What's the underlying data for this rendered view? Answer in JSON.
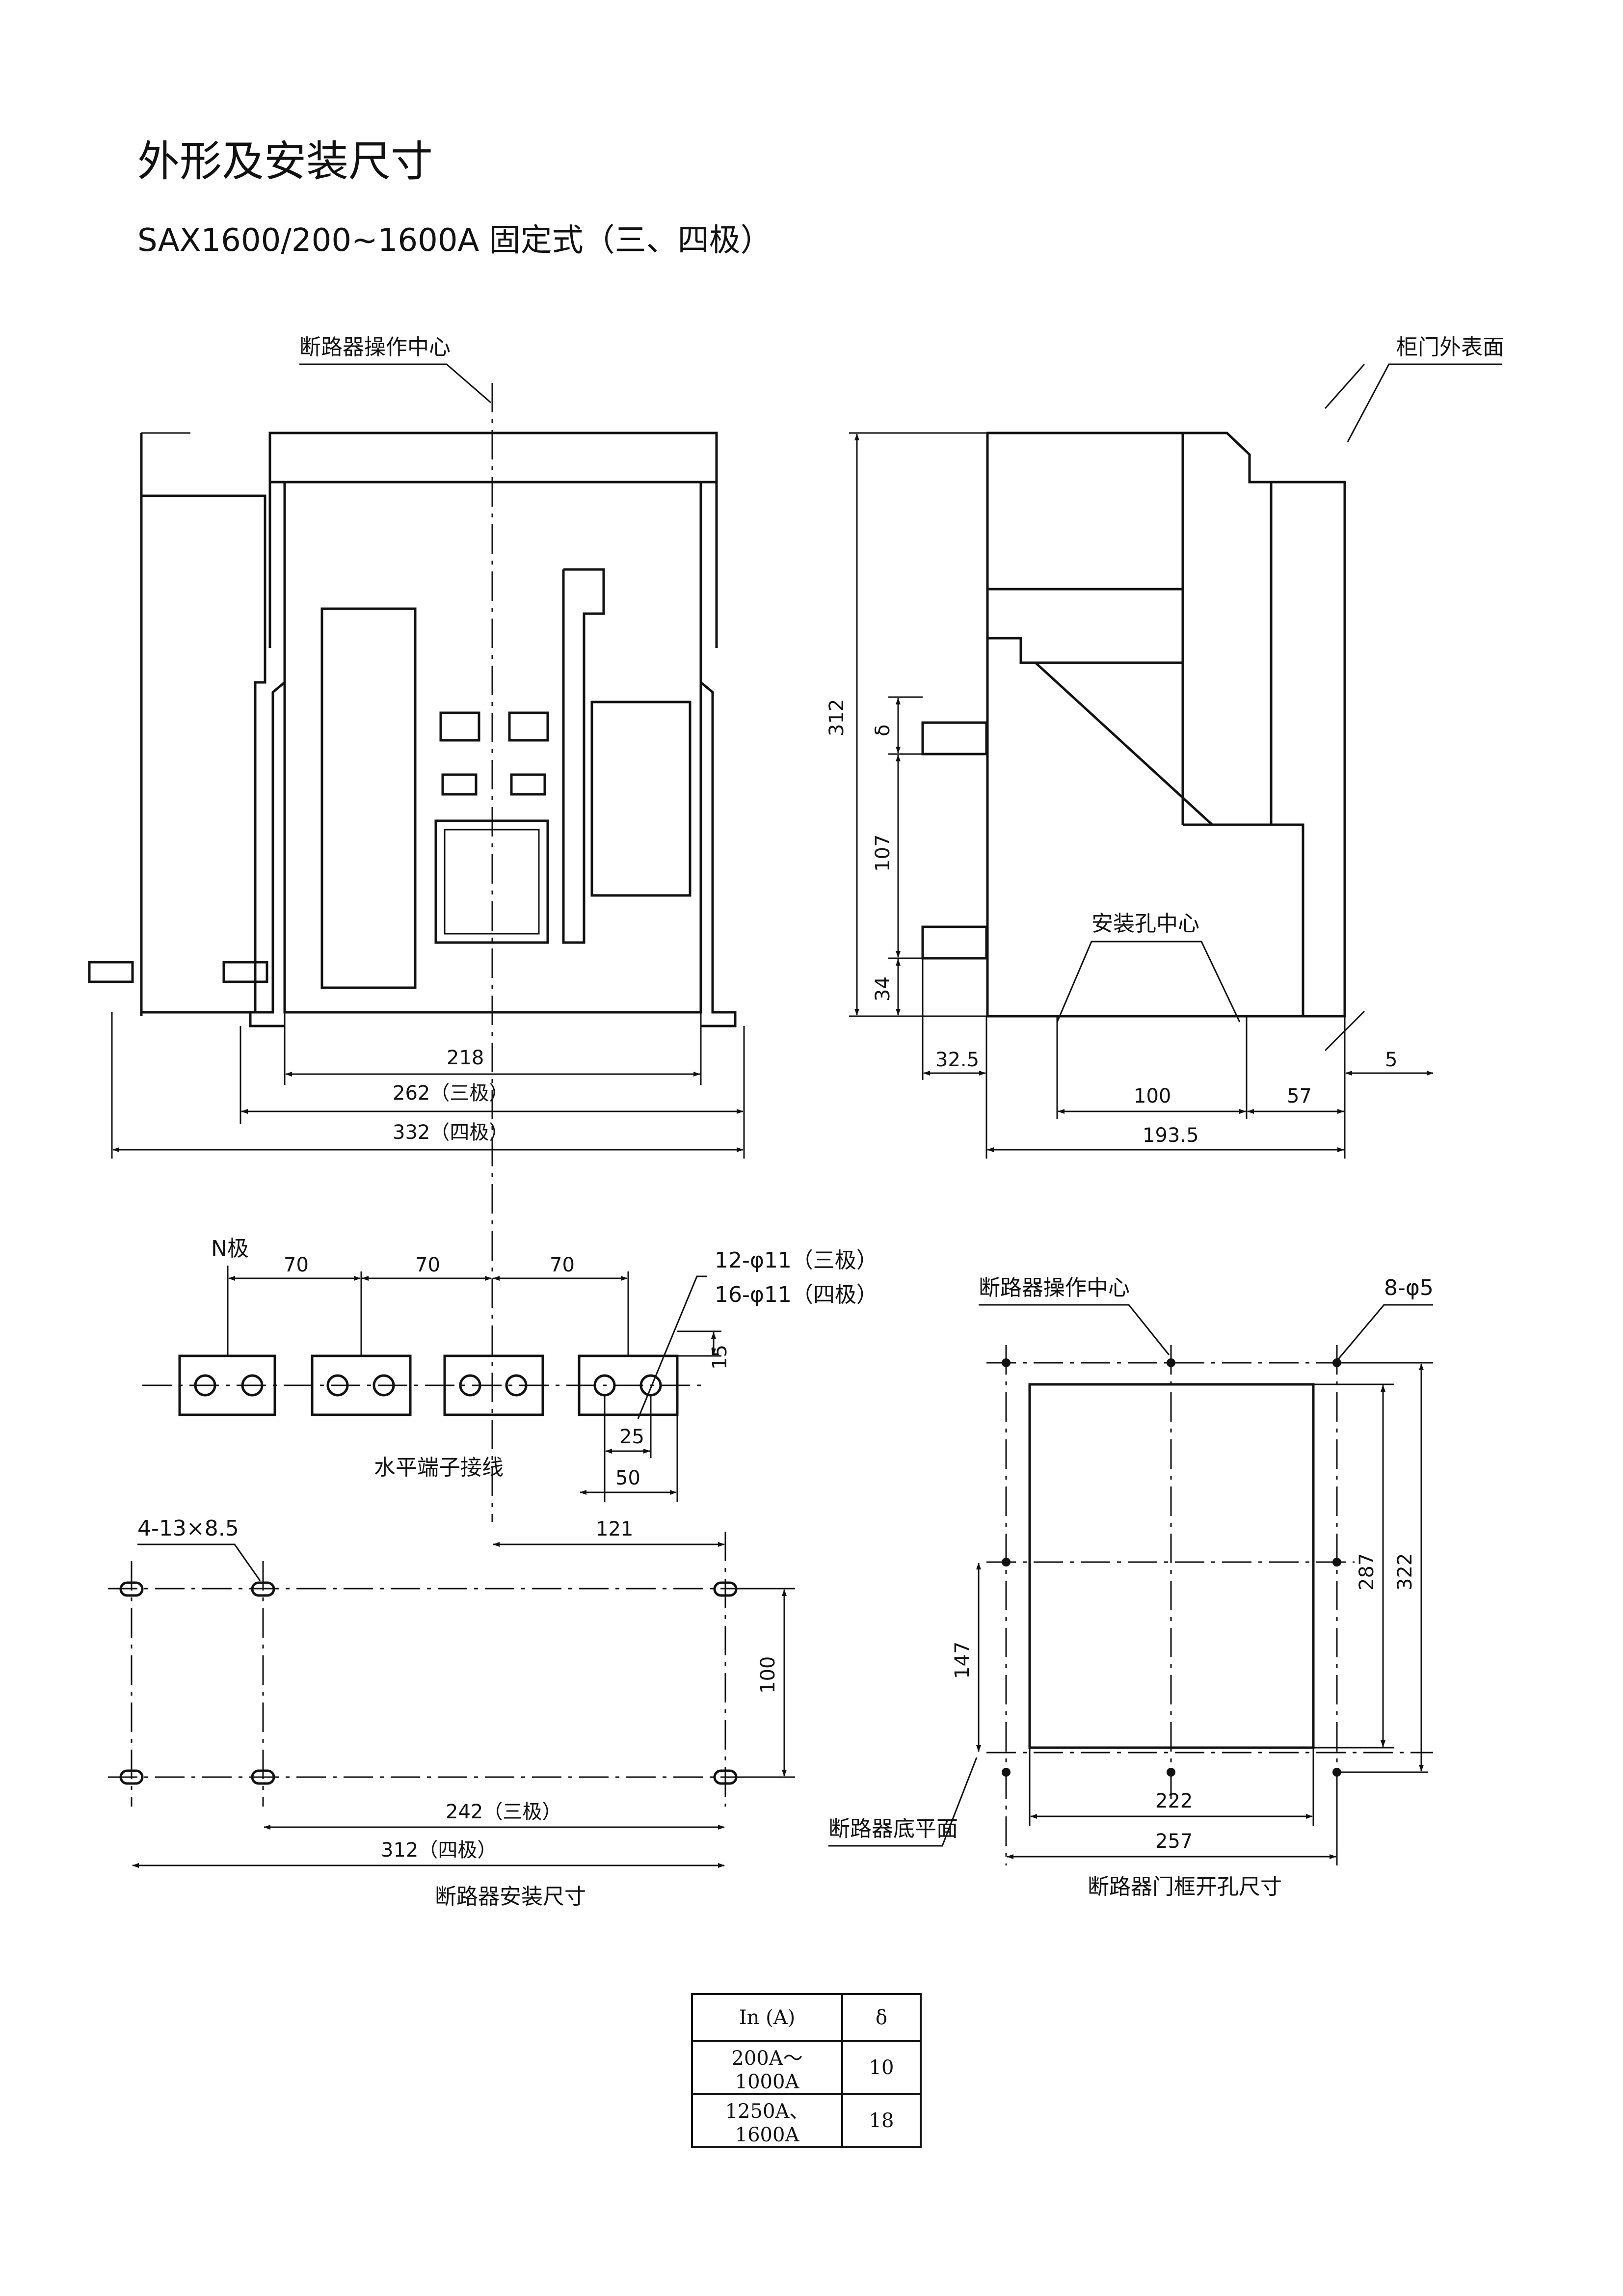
{
  "title": "外形及安装尺寸",
  "subtitle": "SAX1600/200~1600A 固定式（三、四极）",
  "front_view": {
    "center_label": "断路器操作中心",
    "dims": {
      "w218": "218",
      "w262": "262（三极）",
      "w332": "332（四极）"
    }
  },
  "side_view": {
    "door_label": "柜门外表面",
    "mount_center_label": "安装孔中心",
    "dims": {
      "h312": "312",
      "delta": "δ",
      "h107": "107",
      "h34": "34",
      "d32_5": "32.5",
      "d100": "100",
      "d57": "57",
      "d5": "5",
      "d193_5": "193.5"
    }
  },
  "terminals": {
    "n_pole": "N极",
    "pitch": [
      "70",
      "70",
      "70"
    ],
    "hole_3p": "12-φ11（三极）",
    "hole_4p": "16-φ11（四极）",
    "d15": "15",
    "d25": "25",
    "d50": "50",
    "caption": "水平端子接线"
  },
  "mounting": {
    "slot_label": "4-13×8.5",
    "d121": "121",
    "d100": "100",
    "d242": "242（三极）",
    "d312": "312（四极）",
    "caption": "断路器安装尺寸"
  },
  "door_cutout": {
    "center_label": "断路器操作中心",
    "hole_label": "8-φ5",
    "d287": "287",
    "d322": "322",
    "d147": "147",
    "d222": "222",
    "d257": "257",
    "bottom_label": "断路器底平面",
    "caption": "断路器门框开孔尺寸"
  },
  "delta_table": {
    "header": [
      "In (A)",
      "δ"
    ],
    "rows": [
      [
        "200A～1000A",
        "10"
      ],
      [
        "1250A、1600A",
        "18"
      ]
    ]
  }
}
